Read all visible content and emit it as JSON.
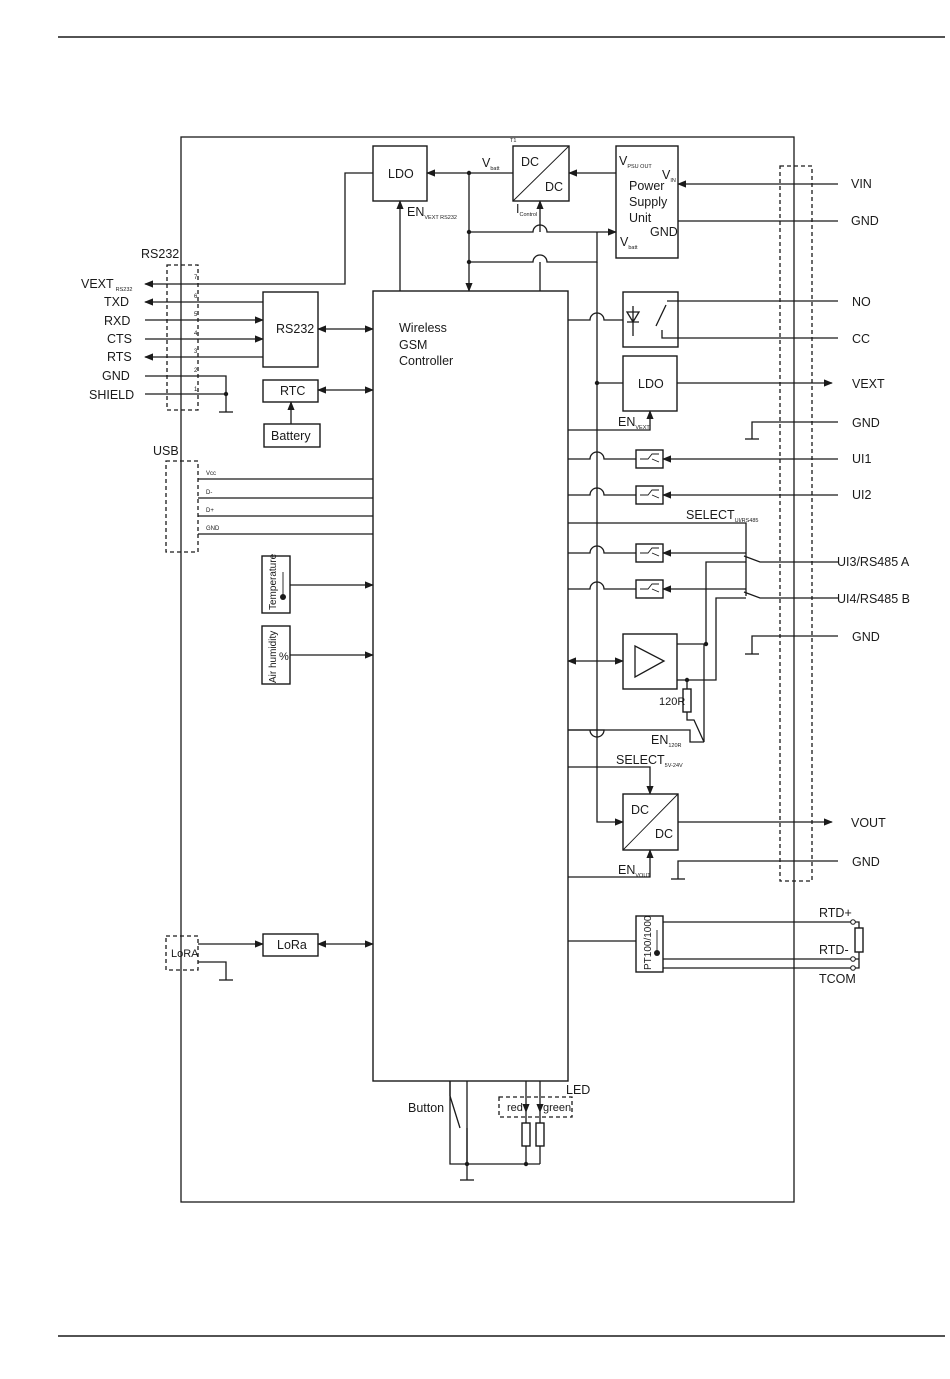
{
  "blocks": {
    "controller": [
      "Wireless",
      "GSM",
      "Controller"
    ],
    "ldo_top": "LDO",
    "ldo_vext": "LDO",
    "dcdc_top": {
      "in": "DC",
      "out": "DC"
    },
    "dcdc_vout": {
      "in": "DC",
      "out": "DC"
    },
    "psu": {
      "title": [
        "Power",
        "Supply",
        "Unit"
      ],
      "vpsu_main": "V",
      "vpsu_sub": "PSU OUT",
      "vin_main": "V",
      "vin_sub": "IN",
      "gnd": "GND",
      "vbatt_main": "V",
      "vbatt_sub": "batt"
    },
    "rs232": "RS232",
    "rtc": "RTC",
    "battery": "Battery",
    "lora": "LoRa",
    "temperature": "Temperature",
    "air_humidity": "Air humidity",
    "pt100": "PT100/1000",
    "resistor_120r": "120R"
  },
  "labels": {
    "vbatt_main": "V",
    "vbatt_sub": "batt",
    "icontrol_main": "I",
    "icontrol_sub": "Control",
    "en_vext_rs232_main": "EN",
    "en_vext_rs232_sub": "VEXT RS232",
    "en_vext_main": "EN",
    "en_vext_sub": "VEXT",
    "en_120r_main": "EN",
    "en_120r_sub": "120R",
    "en_vout_main": "EN",
    "en_vout_sub": "VOUT",
    "select_ui_main": "SELECT",
    "select_ui_sub": "UI/RS485",
    "select_5v_main": "SELECT",
    "select_5v_sub": "5V-24V",
    "t1": "T1",
    "lora_antenna": "LoRA",
    "button": "Button",
    "led": "LED",
    "led_red": "red",
    "led_green": "green"
  },
  "rs232_connector": {
    "title": "RS232",
    "signals": [
      "VEXT",
      "TXD",
      "RXD",
      "CTS",
      "RTS",
      "GND",
      "SHIELD"
    ],
    "vext_sub": "RS232",
    "pins": [
      "7",
      "6",
      "5",
      "4",
      "3",
      "2",
      "1"
    ]
  },
  "usb_connector": {
    "title": "USB",
    "pins": [
      "Vcc",
      "D-",
      "D+",
      "GND"
    ]
  },
  "right_terminals": [
    "VIN",
    "GND",
    "NO",
    "CC",
    "VEXT",
    "GND",
    "UI1",
    "UI2",
    "UI3/RS485 A",
    "UI4/RS485 B",
    "GND",
    "VOUT",
    "GND"
  ],
  "rtd_terminals": [
    "RTD+",
    "RTD-",
    "TCOM"
  ]
}
